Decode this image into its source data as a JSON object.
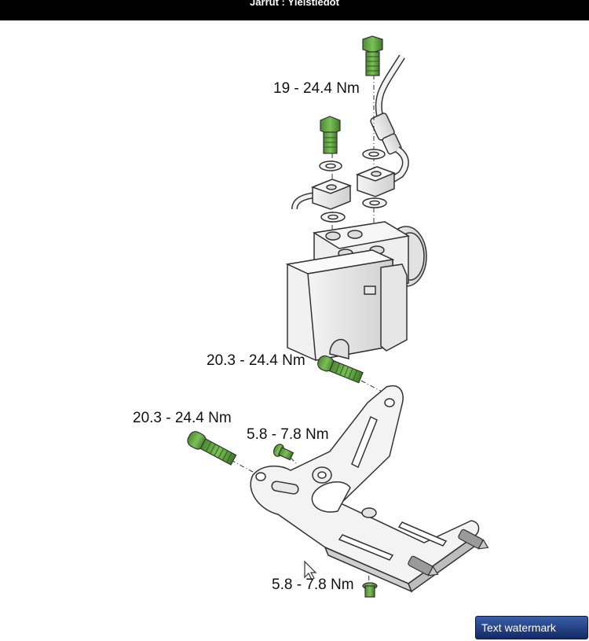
{
  "header": {
    "title": "Jarrut : Yleistiedot"
  },
  "torque_labels": {
    "top_bolt": "19 - 24.4 Nm",
    "unit_mount_bolt": "20.3 - 24.4 Nm",
    "bracket_left_bolt": "20.3 - 24.4 Nm",
    "bracket_small_screw": "5.8 - 7.8 Nm",
    "bracket_bottom_screw": "5.8 - 7.8 Nm"
  },
  "watermark_button": {
    "label": "Text watermark"
  },
  "colors": {
    "bolt_green": "#5a9e3c",
    "part_gray": "#e8e8e8",
    "outline": "#333333",
    "title_bar": "#000000",
    "button": "#1f3f8a"
  }
}
